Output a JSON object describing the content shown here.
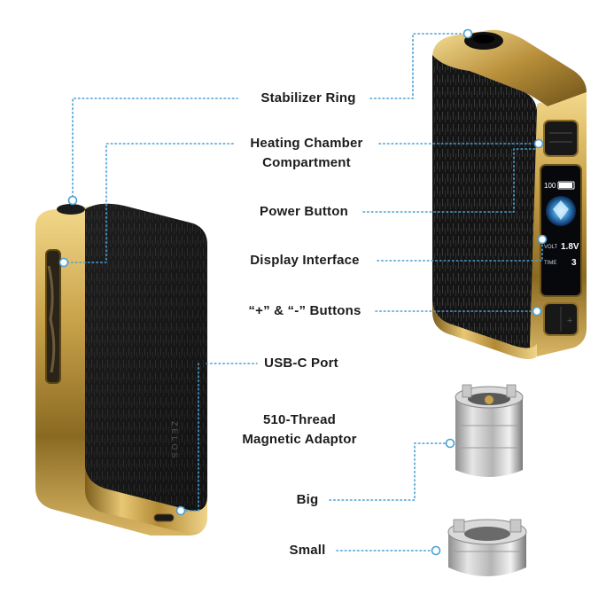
{
  "labels": {
    "stabilizer_ring": "Stabilizer Ring",
    "heating_chamber_line1": "Heating Chamber",
    "heating_chamber_line2": "Compartment",
    "power_button": "Power Button",
    "display_interface": "Display Interface",
    "plus_minus_buttons": "“+” & “-” Buttons",
    "usb_c_port": "USB-C Port",
    "adaptor_line1": "510-Thread",
    "adaptor_line2": "Magnetic Adaptor",
    "big": "Big",
    "small": "Small"
  },
  "screen": {
    "battery": "100",
    "voltage_label": "VOLT",
    "voltage_value": "1.8V",
    "time_label": "TIME",
    "time_value": "3"
  },
  "colors": {
    "accent_line": "#4a9fd4",
    "gold": "#c9a24a",
    "body_black": "#1a1a1a"
  }
}
